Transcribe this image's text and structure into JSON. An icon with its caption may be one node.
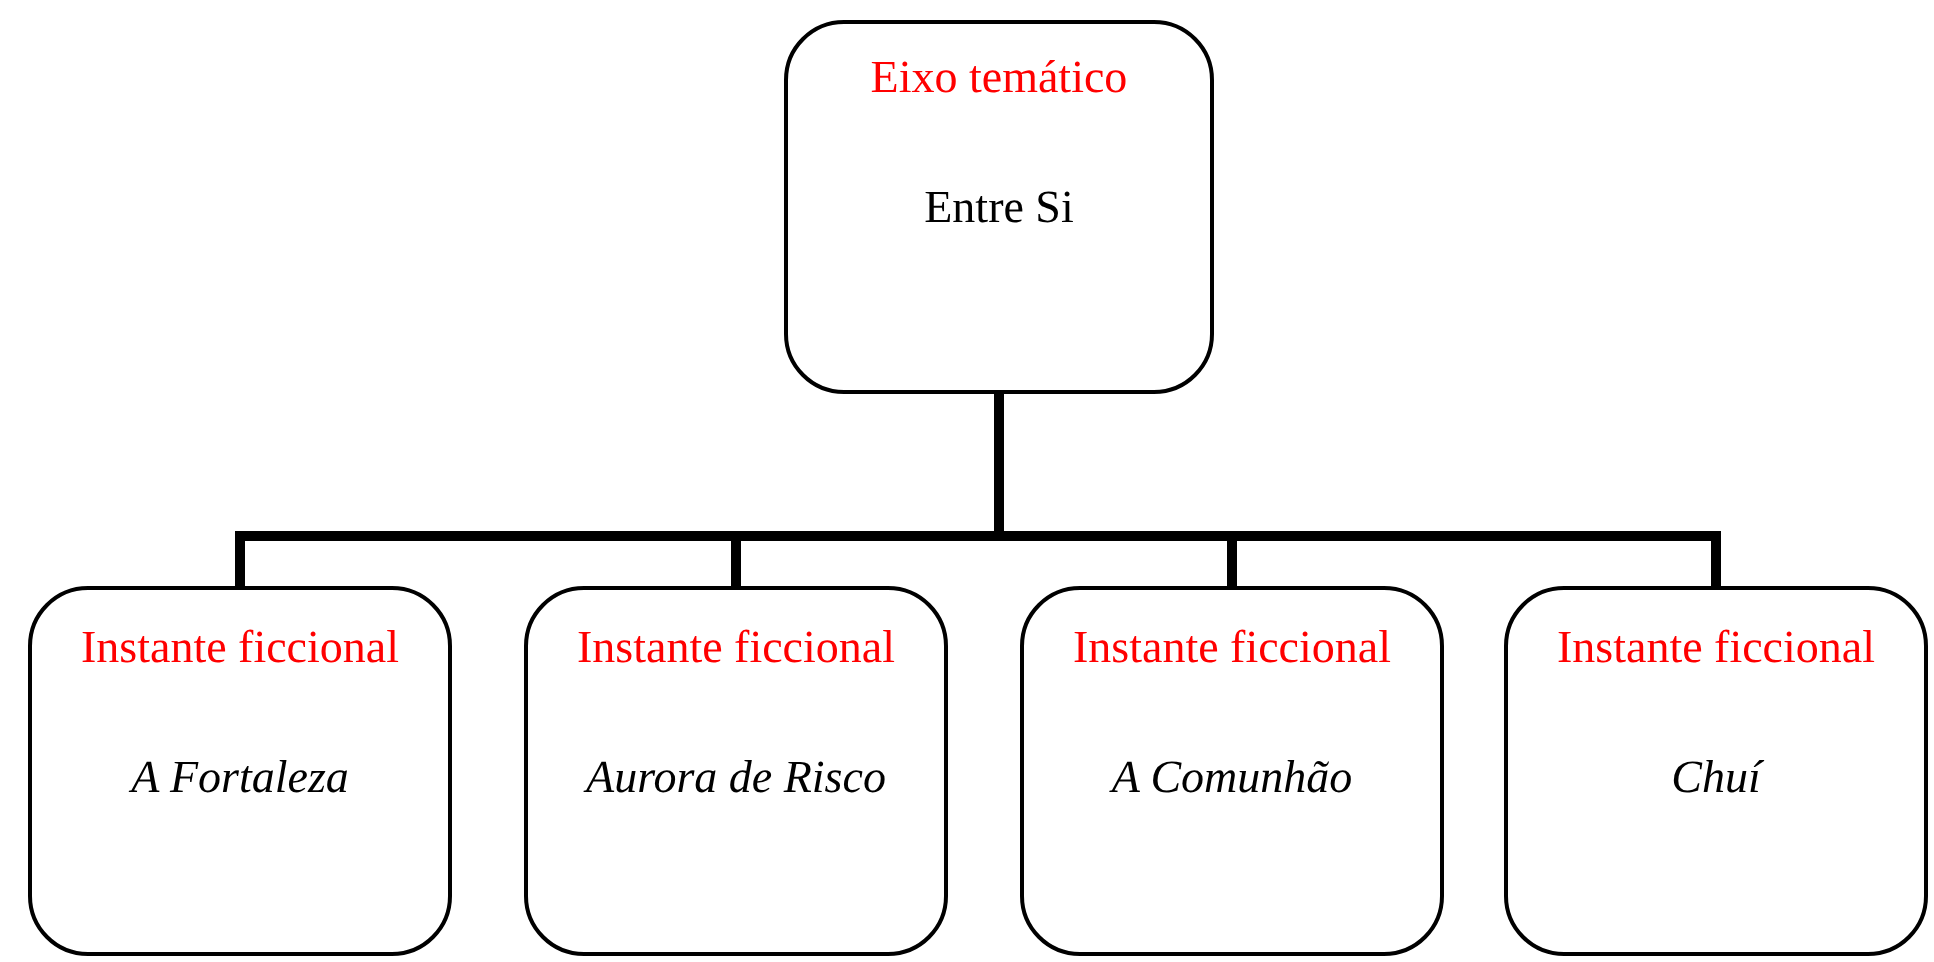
{
  "diagram": {
    "nodes": [
      {
        "text": [
          "Eixo temático",
          "Entre Si"
        ]
      },
      {
        "text": [
          "Instante ficcional",
          "A Fortaleza"
        ]
      },
      {
        "text": [
          "Instante ficcional",
          "Aurora de Risco"
        ]
      },
      {
        "text": [
          "Instante ficcional",
          "A Comunhão"
        ]
      },
      {
        "text": [
          "Instante ficcional",
          "Chuí"
        ]
      }
    ],
    "edges": [
      {
        "from": 0,
        "to": 1,
        "arrow": "none"
      },
      {
        "from": 0,
        "to": 2,
        "arrow": "none"
      },
      {
        "from": 0,
        "to": 3,
        "arrow": "none"
      },
      {
        "from": 0,
        "to": 4,
        "arrow": "none"
      }
    ]
  }
}
